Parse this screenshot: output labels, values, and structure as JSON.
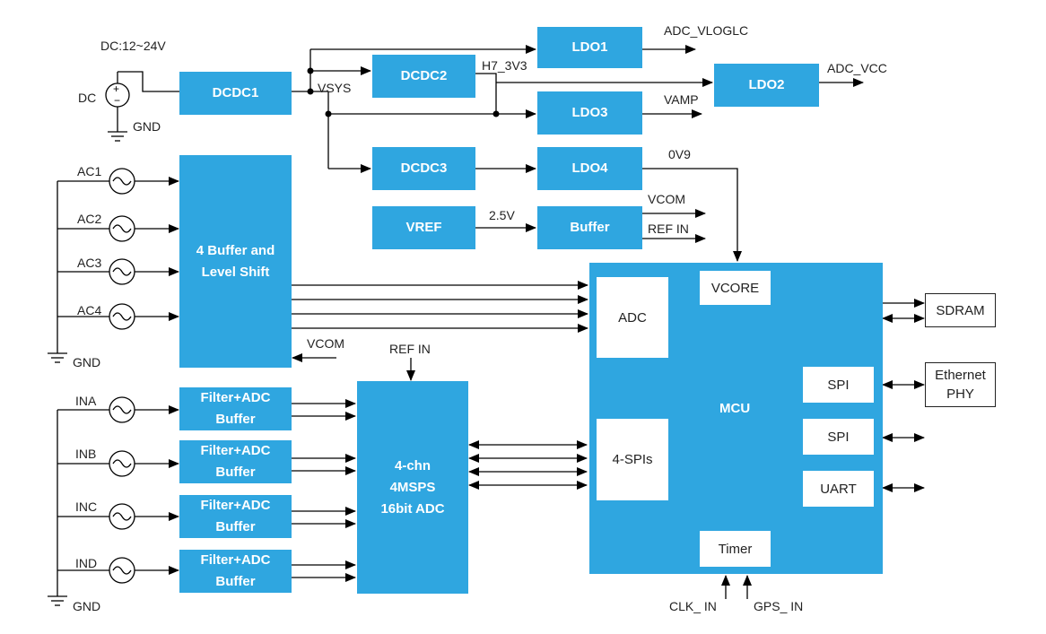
{
  "power": {
    "supply_label": "DC:12~24V",
    "dc_label": "DC",
    "gnd_label": "GND",
    "vsys_label": "VSYS",
    "dcdc1": "DCDC1",
    "dcdc2": "DCDC2",
    "dcdc3": "DCDC3",
    "ldo1": "LDO1",
    "ldo2": "LDO2",
    "ldo3": "LDO3",
    "ldo4": "LDO4",
    "vref": "VREF",
    "buffer": "Buffer",
    "adc_vloglc": "ADC_VLOGLC",
    "h7_3v3": "H7_3V3",
    "adc_vcc": "ADC_VCC",
    "vamp": "VAMP",
    "ov9": "0V9",
    "v2_5": "2.5V",
    "vcom": "VCOM",
    "ref_in": "REF  IN"
  },
  "ac_inputs": {
    "labels": [
      "AC1",
      "AC2",
      "AC3",
      "AC4"
    ],
    "gnd_label": "GND",
    "buffer_block_line1": "4 Buffer and",
    "buffer_block_line2": "Level Shift",
    "vcom_label": "VCOM"
  },
  "analog_inputs": {
    "labels": [
      "INA",
      "INB",
      "INC",
      "IND"
    ],
    "gnd_label": "GND",
    "filter_line1": "Filter+ADC",
    "filter_line2": "Buffer",
    "ref_in_label": "REF IN",
    "adc_block_line1": "4-chn",
    "adc_block_line2": "4MSPS",
    "adc_block_line3": "16bit ADC"
  },
  "mcu": {
    "title": "MCU",
    "adc": "ADC",
    "vcore": "VCORE",
    "spis": "4-SPIs",
    "spi1": "SPI",
    "spi2": "SPI",
    "uart": "UART",
    "timer": "Timer",
    "clk_in": "CLK_ IN",
    "gps_in": "GPS_ IN"
  },
  "peripherals": {
    "sdram": "SDRAM",
    "eth_line1": "Ethernet",
    "eth_line2": "PHY"
  },
  "colors": {
    "block": "#2fa6e0",
    "line": "#000000"
  }
}
